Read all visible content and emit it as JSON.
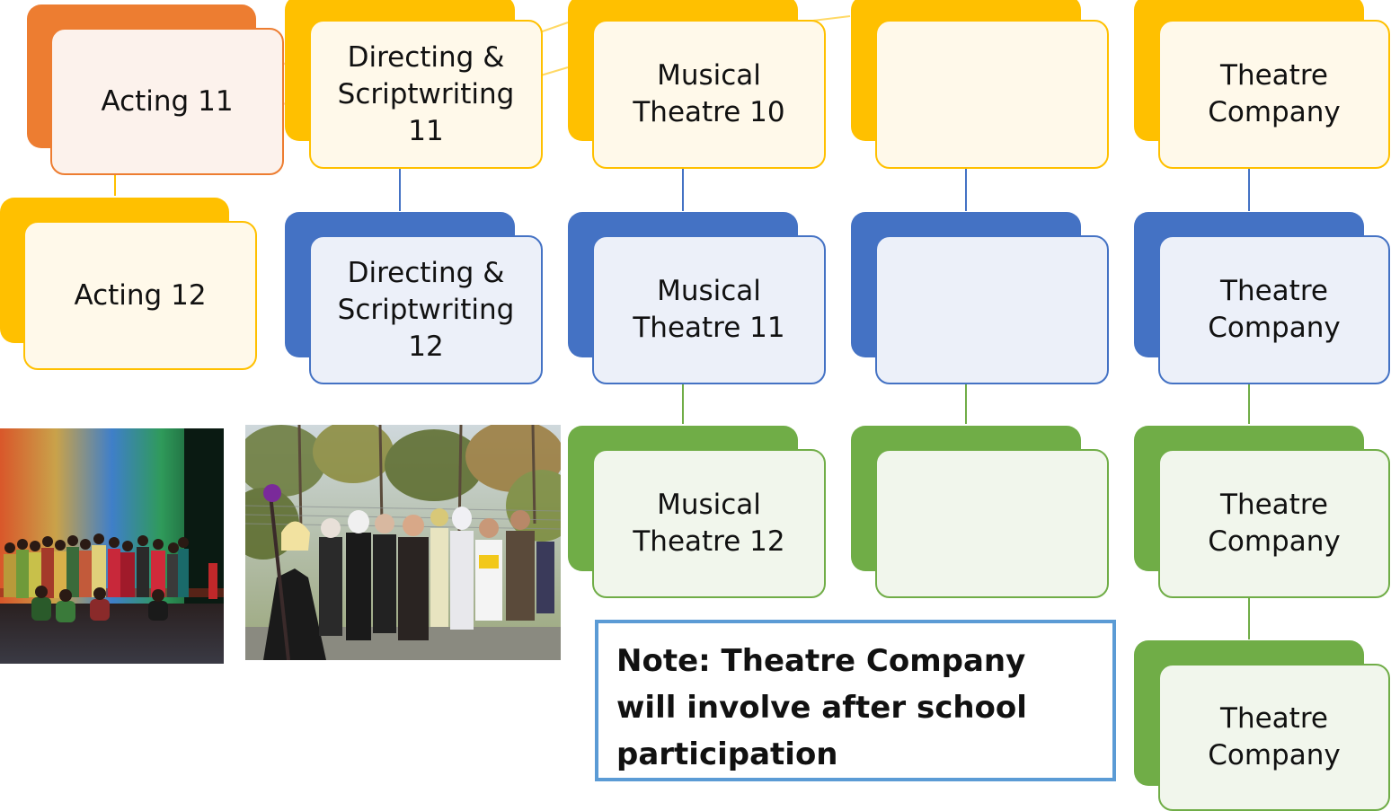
{
  "colors": {
    "orange": "#ED7D31",
    "gold": "#FFC000",
    "blue": "#4472C4",
    "green": "#70AD47",
    "note_border": "#5B9BD5"
  },
  "nodes": [
    {
      "id": "acting-11",
      "label": "Acting 11",
      "color": "orange"
    },
    {
      "id": "acting-12",
      "label": "Acting  12",
      "color": "gold"
    },
    {
      "id": "directing-11",
      "label": "Directing &\nScriptwriting\n11",
      "color": "gold"
    },
    {
      "id": "directing-12",
      "label": "Directing &\nScriptwriting\n12",
      "color": "blue"
    },
    {
      "id": "musical-10",
      "label": "Musical\nTheatre 10",
      "color": "gold"
    },
    {
      "id": "musical-11",
      "label": "Musical\nTheatre 11",
      "color": "blue"
    },
    {
      "id": "musical-12",
      "label": "Musical\nTheatre 12",
      "color": "green"
    },
    {
      "id": "blank-1",
      "label": "",
      "color": "gold"
    },
    {
      "id": "blank-2",
      "label": "",
      "color": "blue"
    },
    {
      "id": "blank-3",
      "label": "",
      "color": "green"
    },
    {
      "id": "company-1",
      "label": "Theatre\nCompany",
      "color": "gold"
    },
    {
      "id": "company-2",
      "label": "Theatre\nCompany",
      "color": "blue"
    },
    {
      "id": "company-3",
      "label": "Theatre\nCompany",
      "color": "green"
    },
    {
      "id": "company-4",
      "label": "Theatre\nCompany",
      "color": "green"
    }
  ],
  "note": {
    "text": "Note: Theatre Company will involve after school participation"
  },
  "photos": [
    {
      "id": "stage-cast-photo",
      "subject": "stage-cast"
    },
    {
      "id": "costume-group-photo",
      "subject": "costume-group"
    }
  ]
}
